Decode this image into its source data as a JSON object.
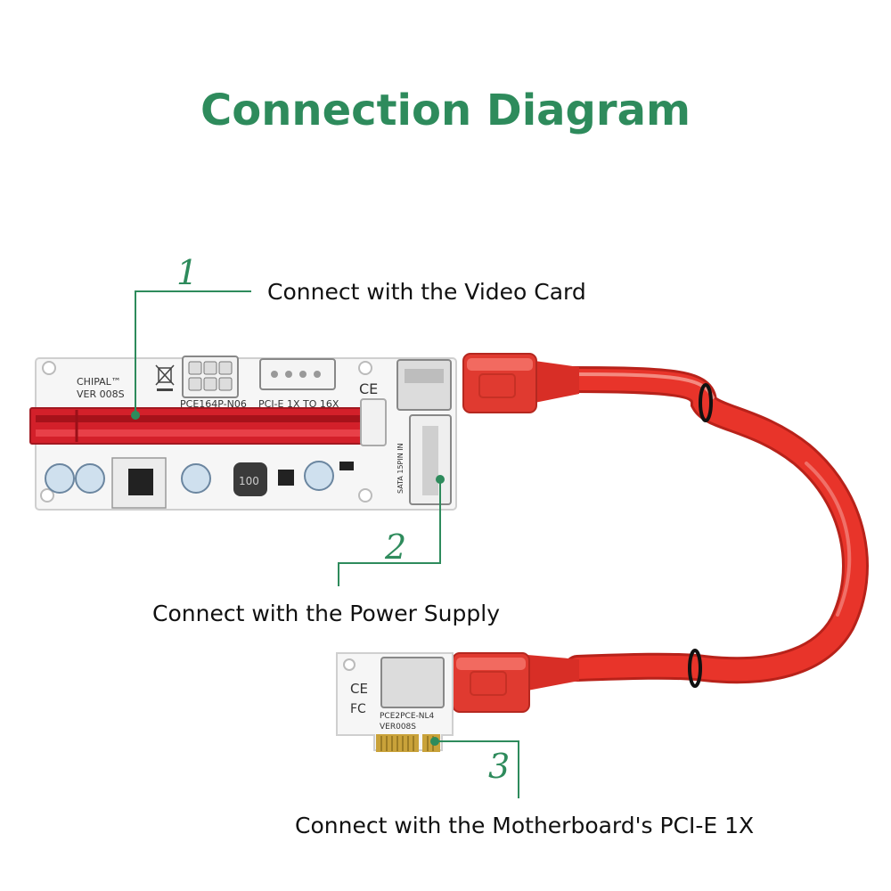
{
  "title": "Connection Diagram",
  "colors": {
    "accent": "#2e8b5c",
    "cable": "#e8342a",
    "slot": "#d3202a",
    "board": "#f6f6f6",
    "gold": "#c9a23a"
  },
  "callouts": [
    {
      "number": "1",
      "label": "Connect with the Video Card"
    },
    {
      "number": "2",
      "label": "Connect with the Power Supply"
    },
    {
      "number": "3",
      "label": "Connect with the Motherboard's PCI-E 1X"
    }
  ],
  "riser_board": {
    "brand": "CHIPAL™",
    "version": "VER 008S",
    "model": "PCE164P-N06",
    "slot_text": "PCI-E 1X TO 16X",
    "inductor": "100",
    "sata_text": "SATA 15PIN IN"
  },
  "adapter_board": {
    "model": "PCE2PCE-NL4",
    "version": "VER008S"
  }
}
